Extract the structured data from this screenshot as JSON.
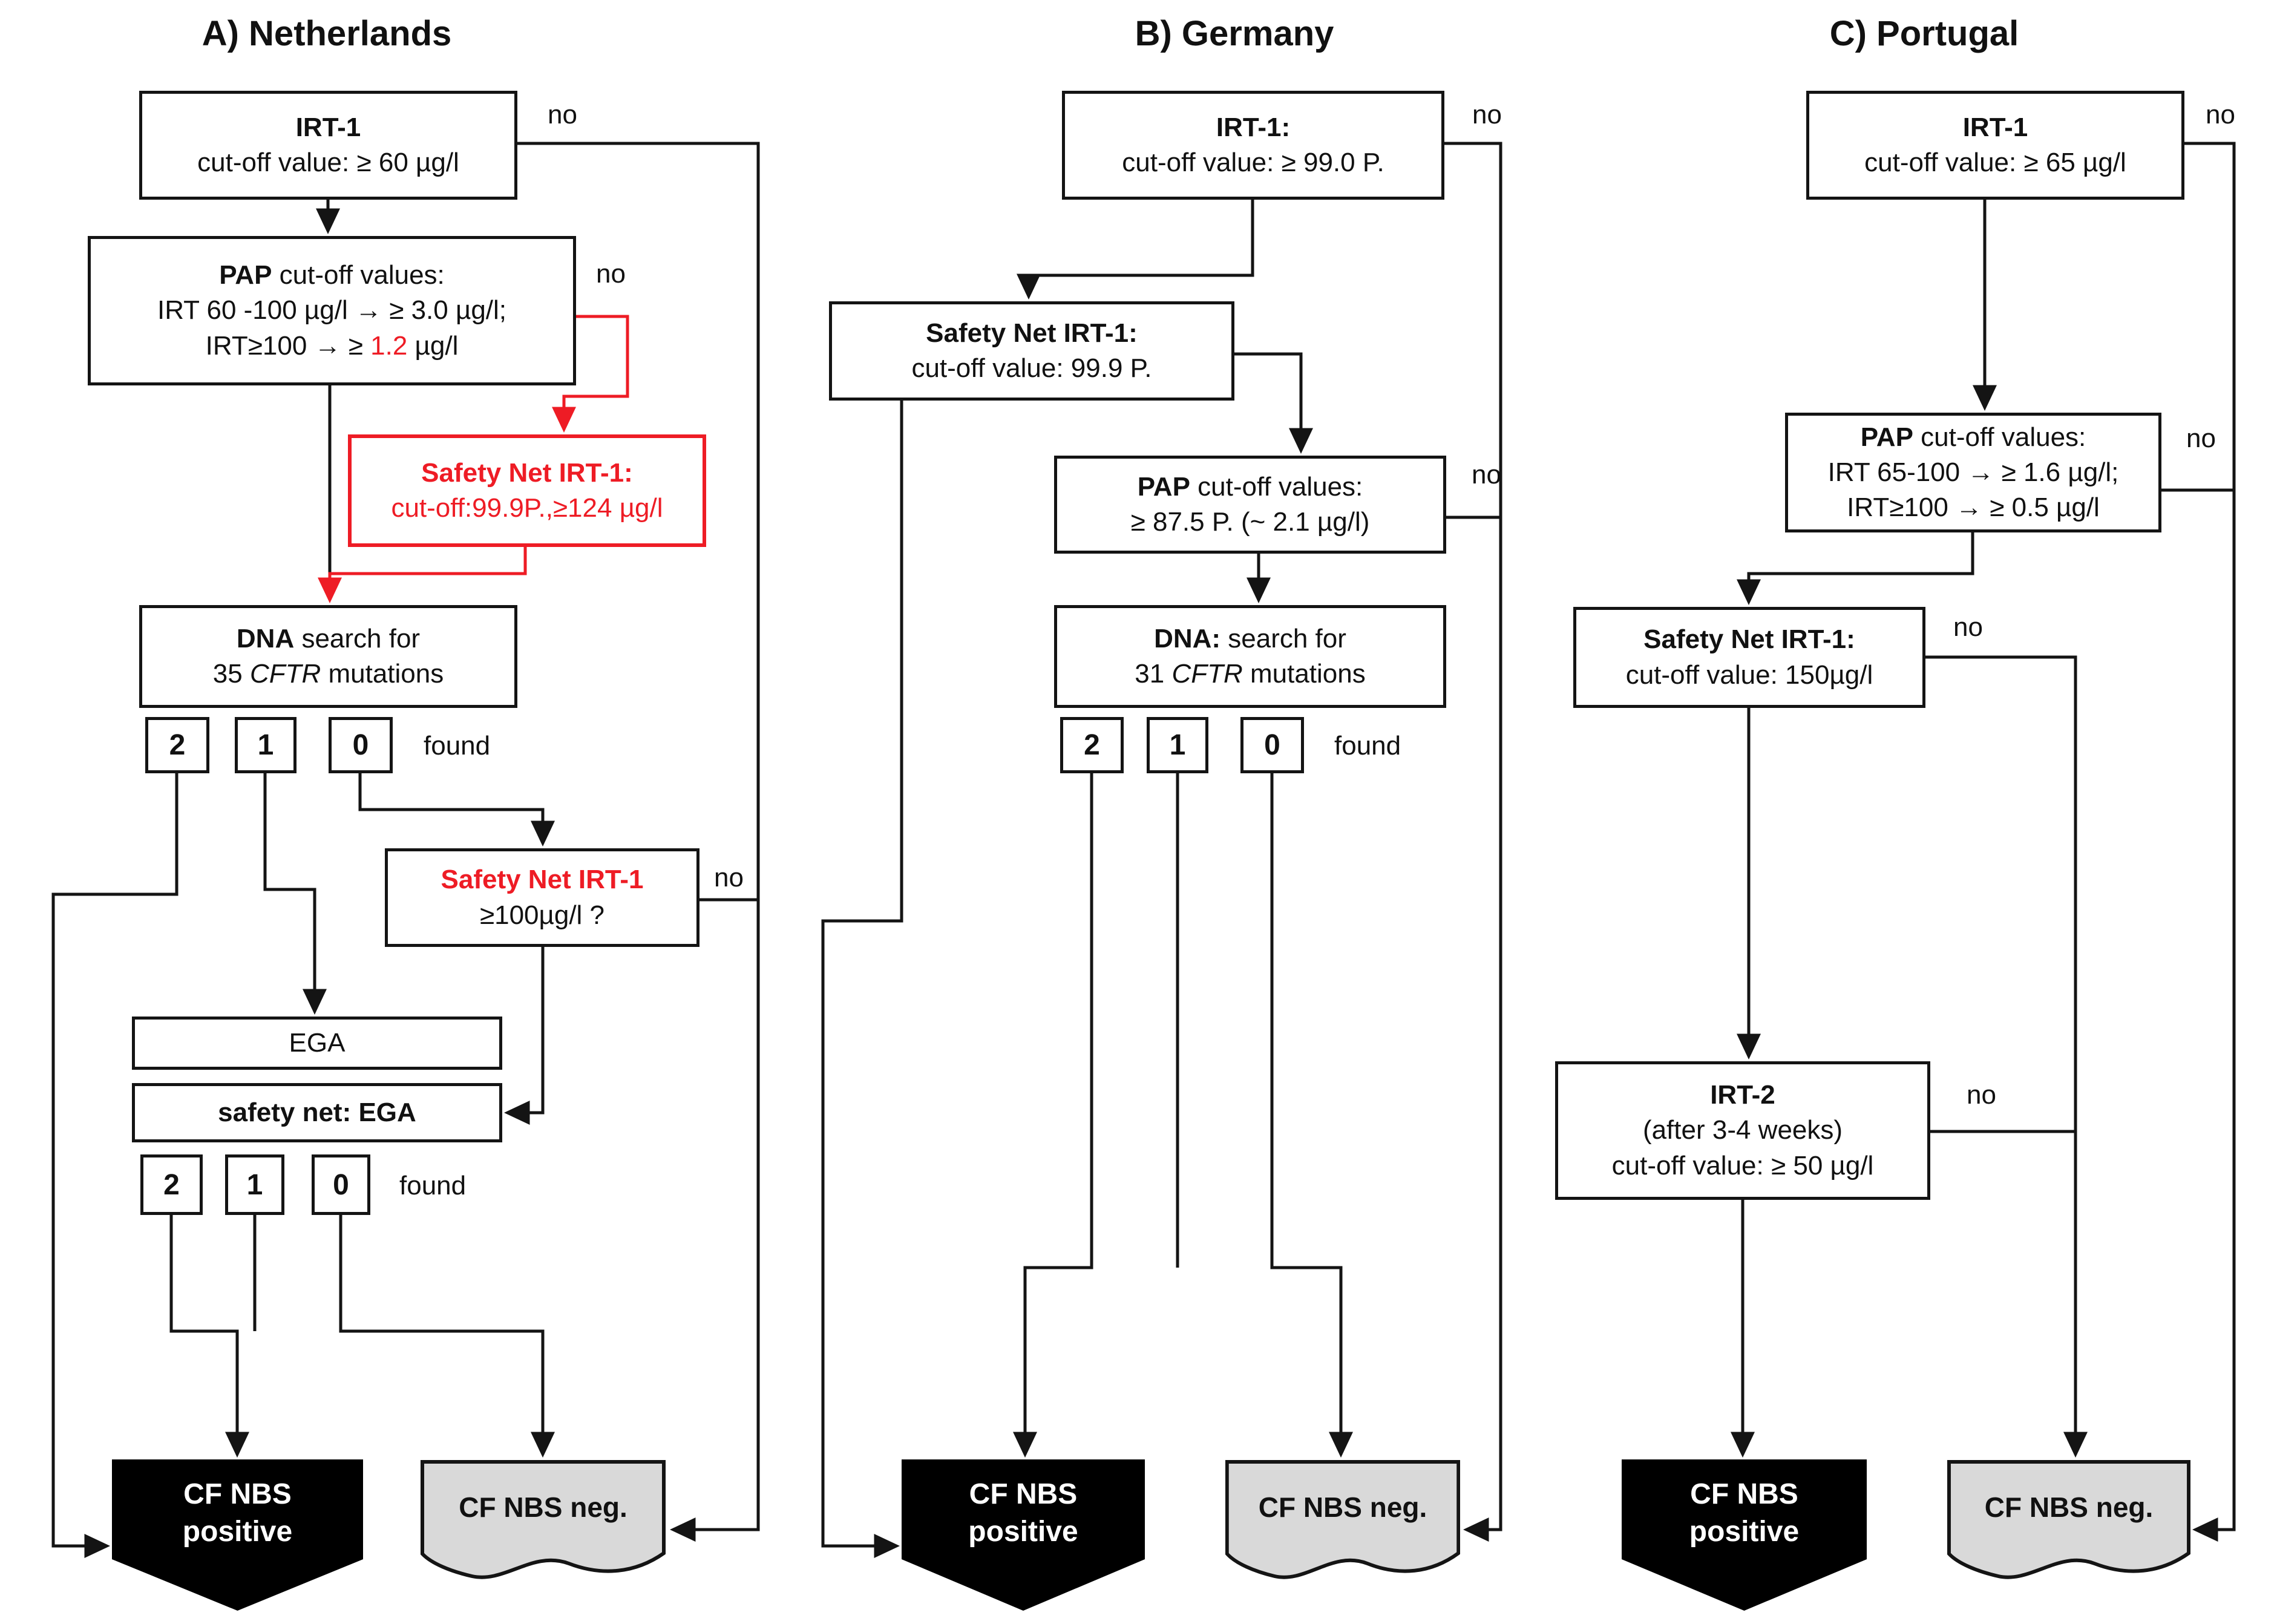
{
  "figure": {
    "kind": "CF newborn-screening algorithm flowchart"
  },
  "colors": {
    "accent_red": "#ee1c25",
    "box_border": "#141414",
    "neg_fill": "#d9d9d9",
    "pos_fill": "#000000"
  },
  "labels": {
    "no": "no"
  },
  "nl": {
    "title": "A) Netherlands",
    "irt1": {
      "t": "IRT-1",
      "l": "cut-off value: ≥ 60 µg/l"
    },
    "pap": {
      "b": "PAP",
      "r": " cut-off values:",
      "l2": "IRT 60 -100 µg/l → ≥ 3.0 µg/l;",
      "l3a": "IRT≥100 → ≥ ",
      "l3red": "1.2",
      "l3b": " µg/l"
    },
    "snred": {
      "t": "Safety Net IRT-1:",
      "l": "cut-off:99.9P.,≥124 µg/l"
    },
    "dna": {
      "b": "DNA",
      "r": " search for",
      "n": "35 ",
      "g": "CFTR",
      "m": " mutations"
    },
    "nums1": [
      "2",
      "1",
      "0"
    ],
    "found1": "found",
    "sn2": {
      "t": "Safety Net IRT-1",
      "l": "≥100µg/l ?"
    },
    "ega": "EGA",
    "snega": "safety net: EGA",
    "nums2": [
      "2",
      "1",
      "0"
    ],
    "found2": "found",
    "pos1": "CF NBS",
    "pos2": "positive",
    "neg": "CF NBS neg."
  },
  "de": {
    "title": "B) Germany",
    "irt1": {
      "t": "IRT-1:",
      "l": "cut-off value: ≥ 99.0 P."
    },
    "sn": {
      "t": "Safety Net IRT-1:",
      "l": "cut-off value: 99.9 P."
    },
    "pap": {
      "b": "PAP",
      "r": " cut-off values:",
      "l2": "≥ 87.5 P. (~ 2.1 µg/l)"
    },
    "dna": {
      "b": "DNA:",
      "r": " search for",
      "n": "31 ",
      "g": "CFTR",
      "m": " mutations"
    },
    "nums1": [
      "2",
      "1",
      "0"
    ],
    "found1": "found",
    "pos1": "CF NBS",
    "pos2": "positive",
    "neg": "CF NBS neg."
  },
  "pt": {
    "title": "C) Portugal",
    "irt1": {
      "t": "IRT-1",
      "l": "cut-off value: ≥ 65 µg/l"
    },
    "pap": {
      "b": "PAP",
      "r": " cut-off values:",
      "l2": "IRT 65-100 → ≥ 1.6 µg/l;",
      "l3": "IRT≥100 → ≥ 0.5 µg/l"
    },
    "sn": {
      "t": "Safety Net IRT-1:",
      "l": "cut-off value: 150µg/l"
    },
    "irt2": {
      "t": "IRT-2",
      "l1": "(after 3-4 weeks)",
      "l2": "cut-off value: ≥ 50 µg/l"
    },
    "pos1": "CF NBS",
    "pos2": "positive",
    "neg": "CF NBS neg."
  }
}
